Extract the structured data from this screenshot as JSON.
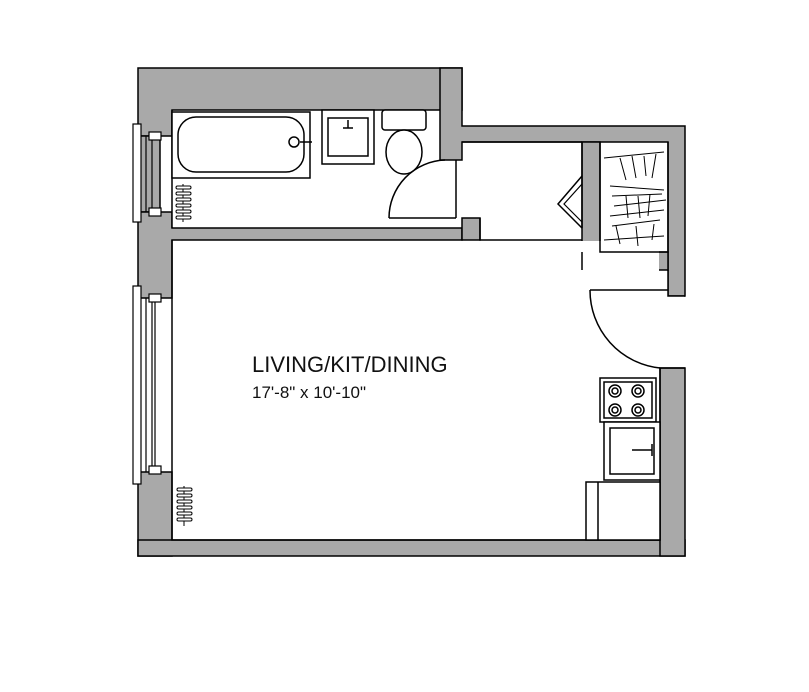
{
  "room": {
    "name": "LIVING/KIT/DINING",
    "dimensions": "17'-8\" x 10'-10\""
  },
  "colors": {
    "wall": "#a9a9a9",
    "line": "#000000",
    "background": "#ffffff"
  },
  "fixtures": [
    "bathtub",
    "bathroom-sink",
    "toilet",
    "closet",
    "stove",
    "kitchen-sink",
    "refrigerator",
    "radiator",
    "window"
  ]
}
